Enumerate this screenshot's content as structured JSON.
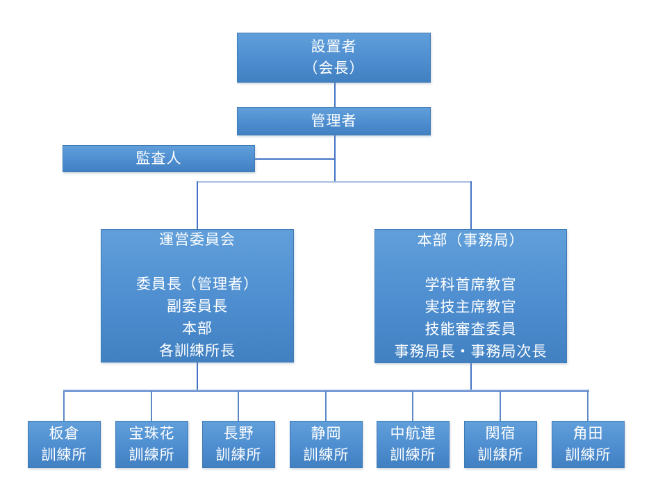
{
  "diagram": {
    "title": "training-organization-chart",
    "founder": "設置者\n（会長）",
    "manager": "管理者",
    "auditor": "監査人",
    "committee": "運営委員会\n\n委員長（管理者）\n副委員長\n本部\n各訓練所長",
    "headquarters": "本部（事務局）\n\n学科首席教官\n実技主席教官\n技能審査委員\n事務局長・事務局次長",
    "training_centers": [
      "板倉\n訓練所",
      "宝珠花\n訓練所",
      "長野\n訓練所",
      "静岡\n訓練所",
      "中航連\n訓練所",
      "関宿\n訓練所",
      "角田\n訓練所"
    ],
    "colors": {
      "box_fill_top": "#609fda",
      "box_fill_bottom": "#4181c2",
      "box_border": "#407ab4",
      "text": "#ffffff",
      "connector_dark": "#4473c5",
      "connector_light": "#a6bde2",
      "background": "#ffffff"
    }
  }
}
